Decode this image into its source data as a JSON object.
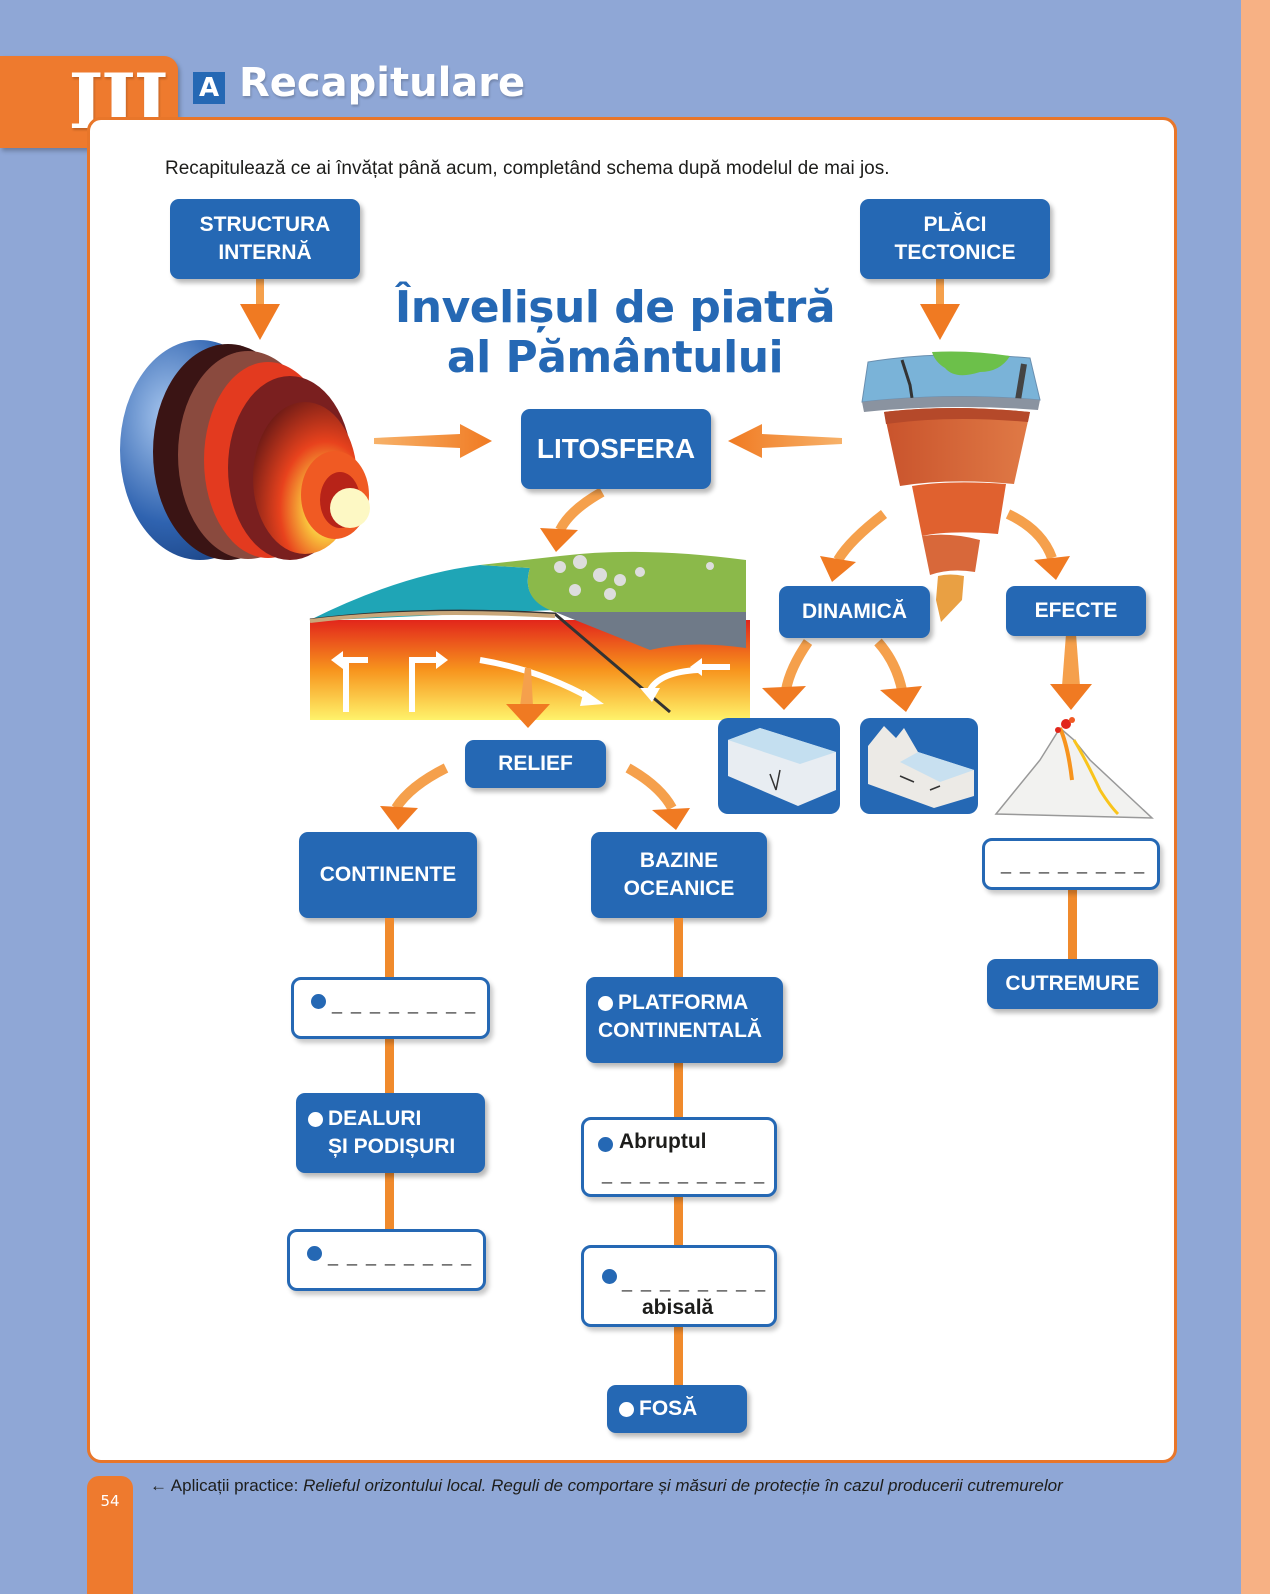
{
  "header": {
    "chapter_number": "III",
    "lesson_letter": "A",
    "lesson_title": "Recapitulare"
  },
  "instruction": "Recapitulează ce ai învățat până acum, completând schema după modelul de mai jos.",
  "diagram": {
    "title_line1": "Învelișul de piatră",
    "title_line2": "al Pământului",
    "center": "LITOSFERA",
    "structura": [
      "STRUCTURA",
      "INTERNĂ"
    ],
    "placi": [
      "PLĂCI",
      "TECTONICE"
    ],
    "dinamica": "DINAMICĂ",
    "efecte": "EFECTE",
    "relief": "RELIEF",
    "continente": "CONTINENTE",
    "bazine": [
      "BAZINE",
      "OCEANICE"
    ],
    "continente_items": {
      "blank1": "_ _ _ _ _ _ _ _",
      "dealuri": [
        "DEALURI",
        "ȘI PODIȘURI"
      ],
      "blank2": "_ _ _ _ _ _ _ _"
    },
    "bazine_items": {
      "platforma": [
        "PLATFORMA",
        "CONTINENTALĂ"
      ],
      "abruptul": "Abruptul",
      "abruptul_blank": "_ _ _ _ _ _ _ _ _",
      "campia_blank": "_ _ _ _ _ _ _ _",
      "abisala": "abisală",
      "fosa": "FOSĂ"
    },
    "efecte_items": {
      "blank": "_ _ _ _ _ _ _ _",
      "cutremure": "CUTREMURE"
    },
    "images": {
      "earth_structure": "earth-layers-illustration",
      "tectonic_plates": "tectonic-plates-cone",
      "lithosphere_section": "lithosphere-cross-section",
      "divergent": "divergent-plates-block",
      "convergent": "convergent-plates-block",
      "volcano": "volcano-illustration"
    }
  },
  "footer": {
    "page_number": "54",
    "arrow": "←",
    "label": "Aplicații practice:",
    "text": "Relieful orizontului local. Reguli de comportare și măsuri de protecție în cazul producerii cutremurelor"
  },
  "colors": {
    "background": "#8fa7d6",
    "accent_orange": "#ee7a2e",
    "box_blue": "#2568b4",
    "arrow_orange": "#f08a2c",
    "side_strip": "#f7b184"
  }
}
